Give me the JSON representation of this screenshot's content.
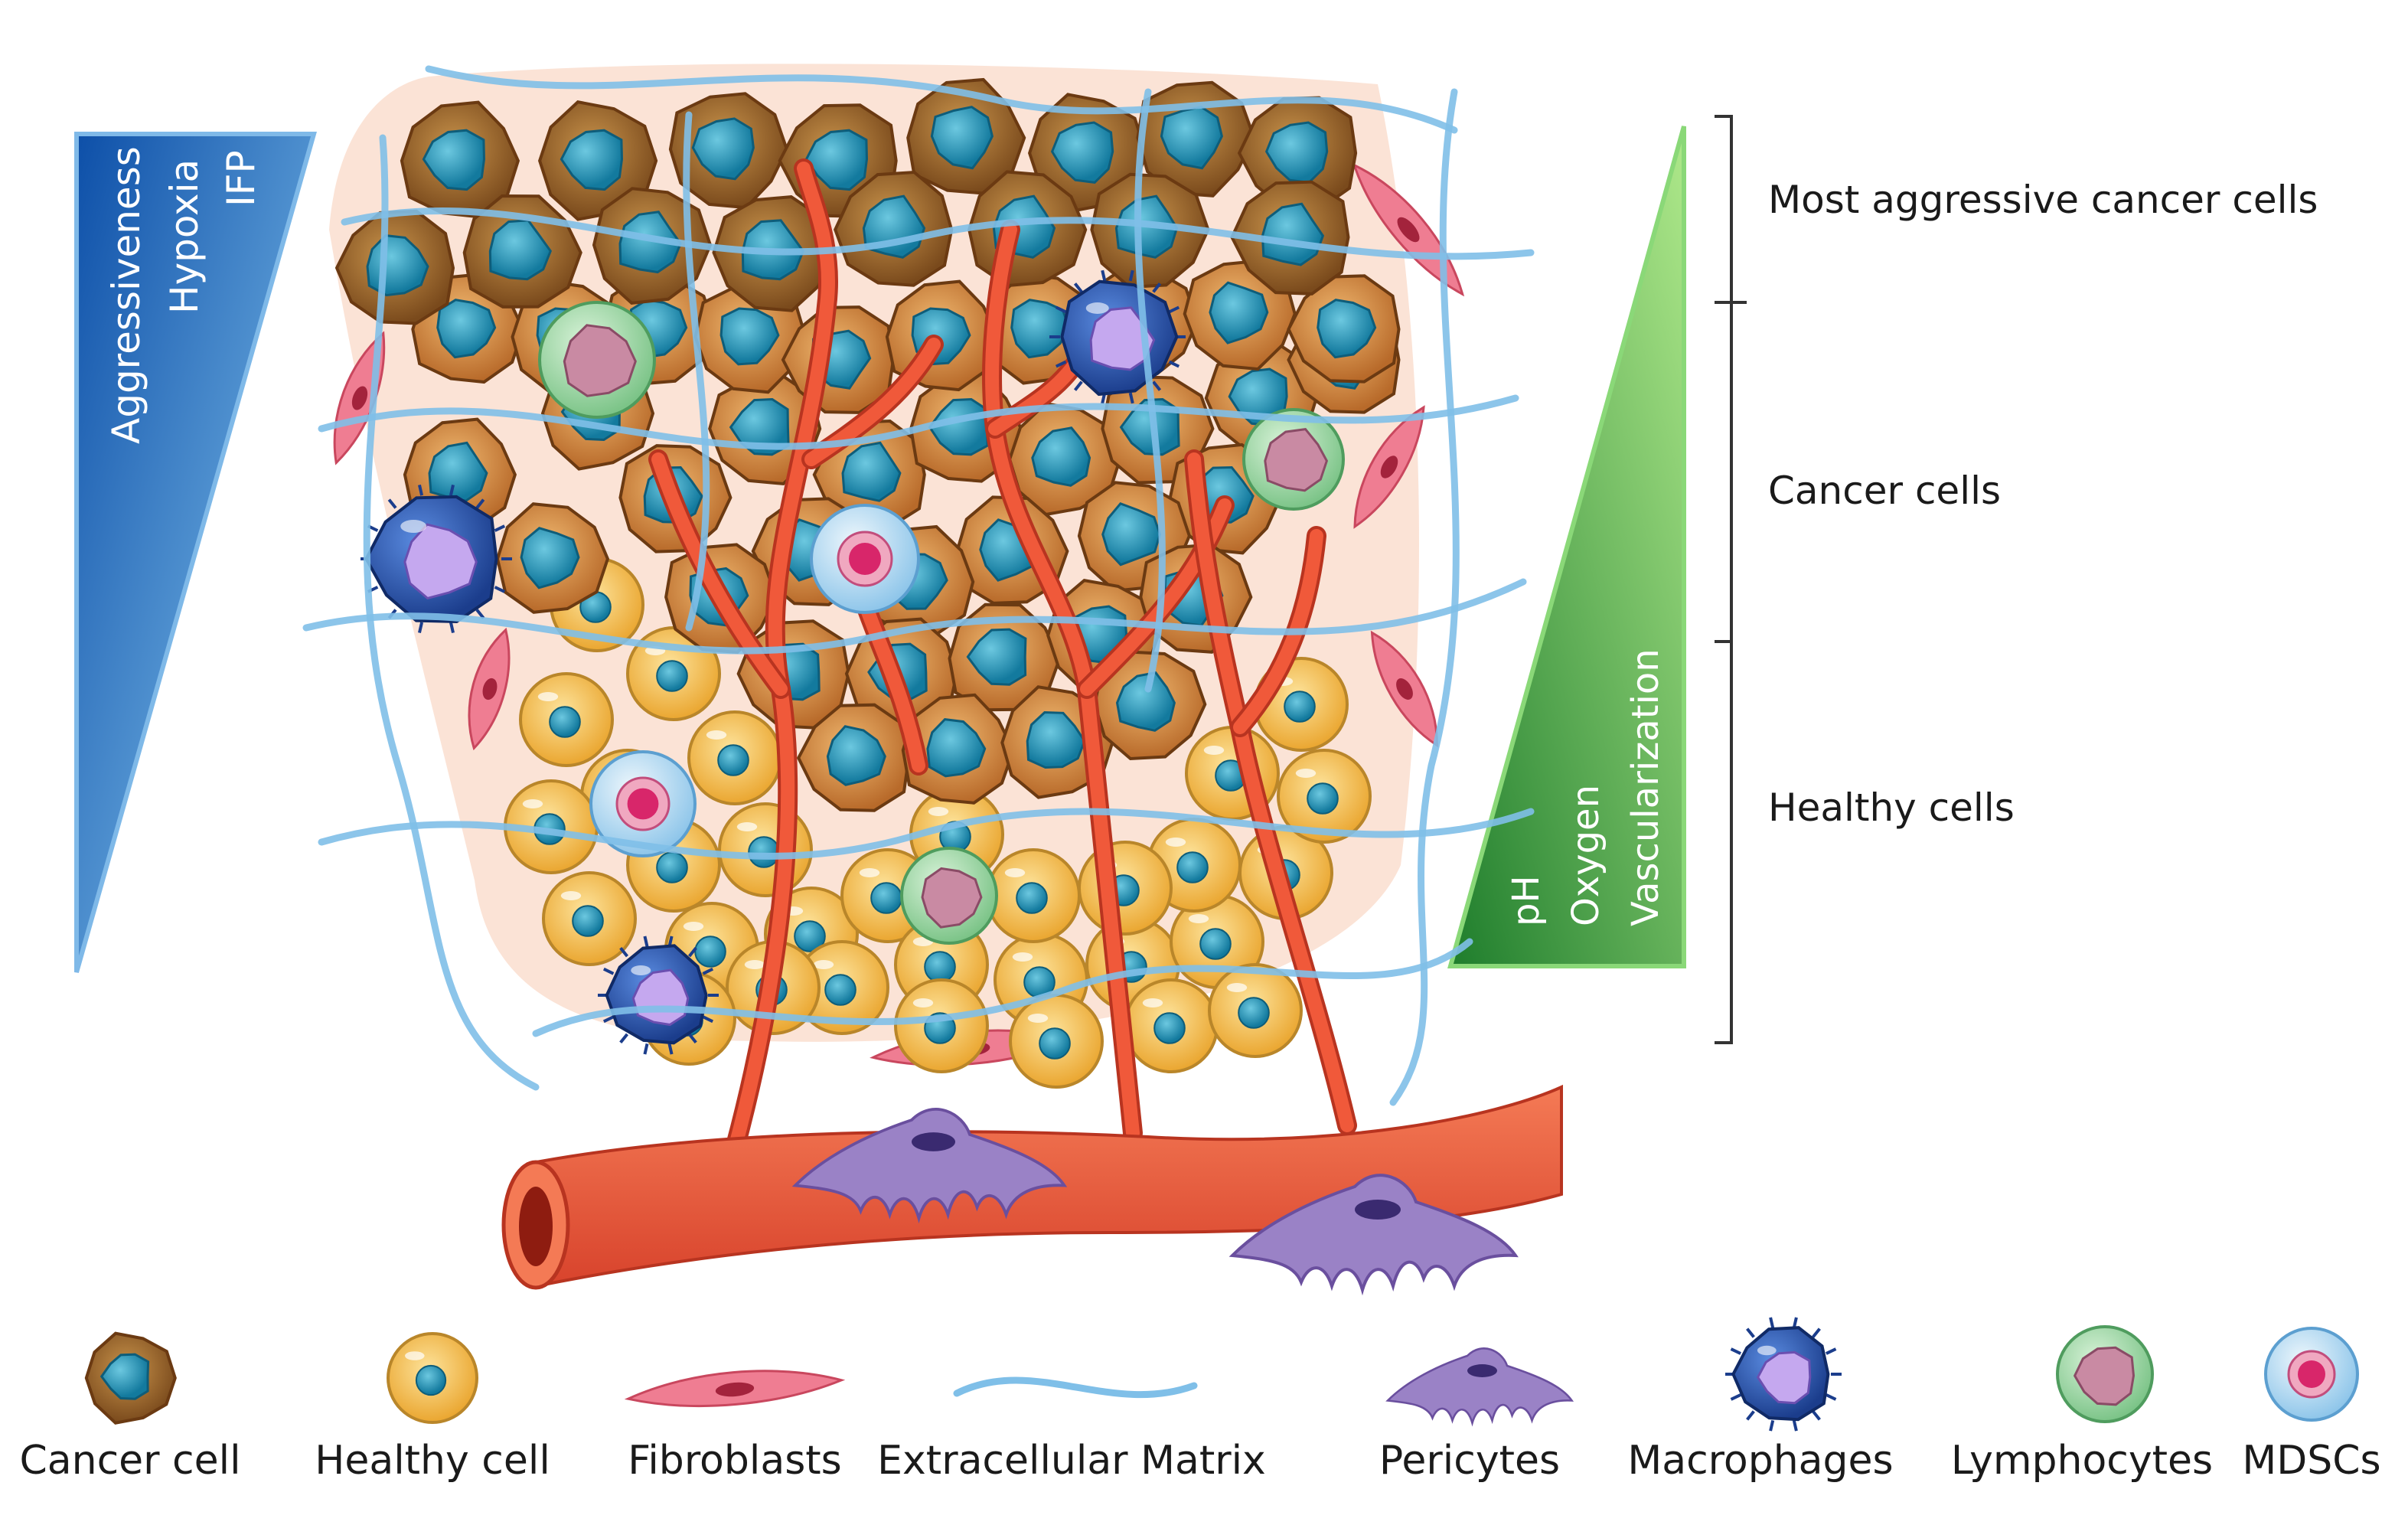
{
  "left_gradient": {
    "lines": [
      "Aggressiveness",
      "Hypoxia",
      "IFP"
    ],
    "color": "#1f6fc2"
  },
  "right_gradient": {
    "lines": [
      "pH",
      "Oxygen",
      "Vascularization"
    ],
    "color": "#2e9b3a"
  },
  "zones": {
    "most_aggressive": "Most aggressive cancer cells",
    "cancer": "Cancer cells",
    "healthy": "Healthy cells"
  },
  "legend": [
    {
      "label": "Cancer cell",
      "icon": "cancer-cell-icon"
    },
    {
      "label": "Healthy cell",
      "icon": "healthy-cell-icon"
    },
    {
      "label": "Fibroblasts",
      "icon": "fibroblast-icon"
    },
    {
      "label": "Extracellular Matrix",
      "icon": "ecm-fiber-icon"
    },
    {
      "label": "Pericytes",
      "icon": "pericyte-icon"
    },
    {
      "label": "Macrophages",
      "icon": "macrophage-icon"
    },
    {
      "label": "Lymphocytes",
      "icon": "lymphocyte-icon"
    },
    {
      "label": "MDSCs",
      "icon": "mdsc-icon"
    }
  ],
  "colors": {
    "cancer_body": "#d9853a",
    "cancer_nucleus": "#1f8fb3",
    "healthy_body": "#f6c653",
    "vessel": "#ef5b3e",
    "fibroblast": "#ef6f86",
    "ecm": "#8cc4ec",
    "pericyte": "#9a82c6",
    "macrophage": "#2e5cb8",
    "lymphocyte": "#9fd9a7",
    "mdsc": "#b9dcf2"
  }
}
